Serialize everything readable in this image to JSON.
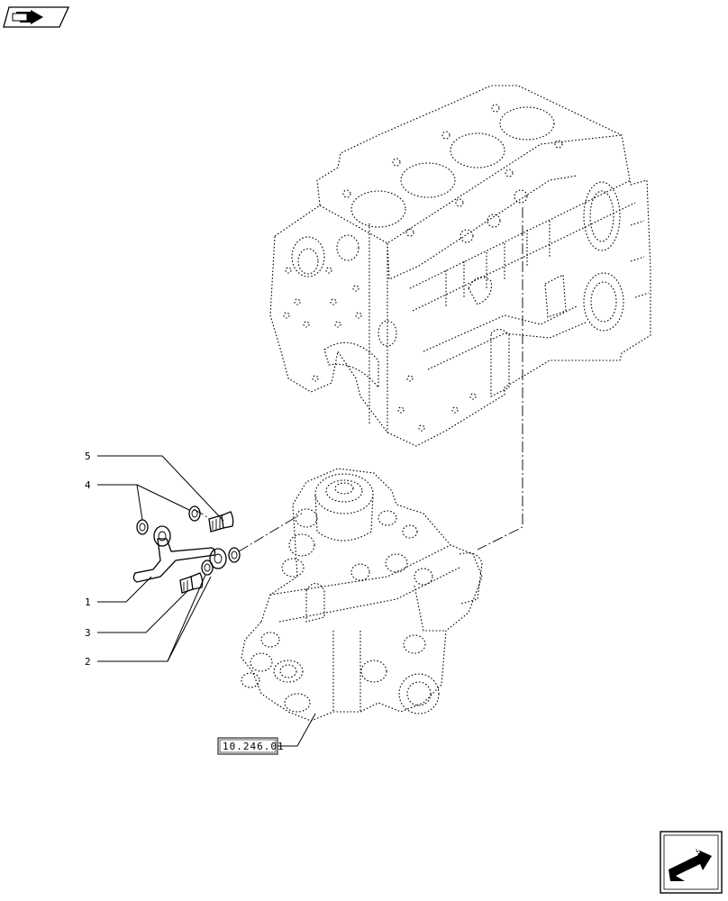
{
  "nav": {
    "top_left_icon": "back-book-arrow-icon",
    "bottom_right_icon": "next-page-arrow-icon"
  },
  "callouts": [
    {
      "id": "1",
      "label": "1"
    },
    {
      "id": "2",
      "label": "2"
    },
    {
      "id": "3",
      "label": "3"
    },
    {
      "id": "4",
      "label": "4"
    },
    {
      "id": "5",
      "label": "5"
    }
  ],
  "reference": {
    "label": "10.246.01"
  }
}
